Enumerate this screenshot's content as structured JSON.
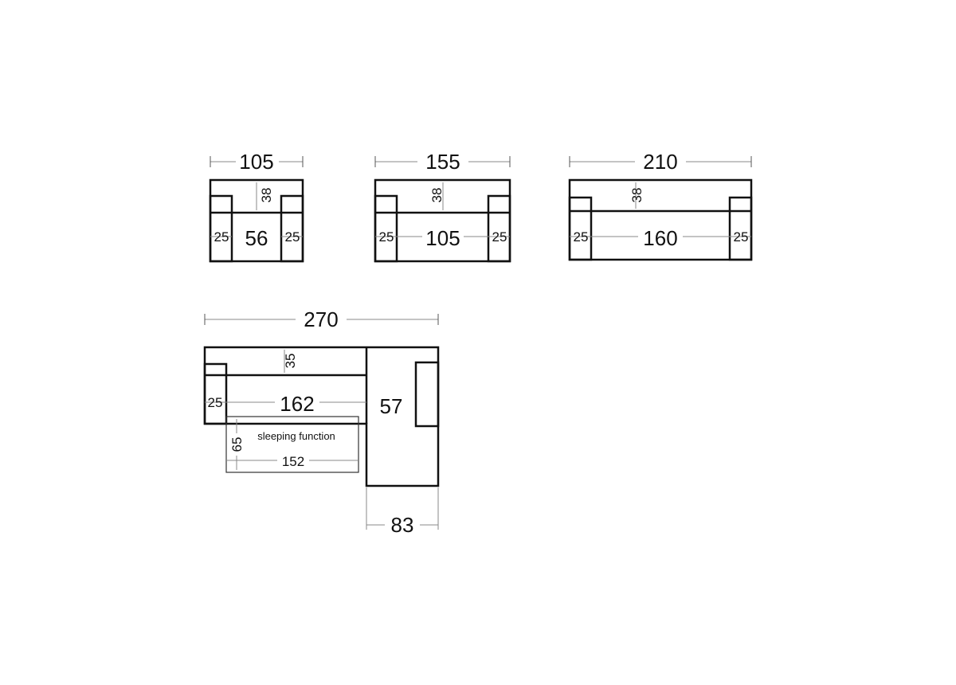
{
  "armchair": {
    "total_width": "105",
    "back_depth": "38",
    "seat_width": "56",
    "arm_left": "25",
    "arm_right": "25"
  },
  "sofa2": {
    "total_width": "155",
    "back_depth": "38",
    "seat_width": "105",
    "arm_left": "25",
    "arm_right": "25"
  },
  "sofa3": {
    "total_width": "210",
    "back_depth": "38",
    "seat_width": "160",
    "arm_left": "25",
    "arm_right": "25"
  },
  "corner": {
    "total_width": "270",
    "back_depth": "35",
    "seat_width": "162",
    "arm_left": "25",
    "chaise_seat": "57",
    "chaise_width": "83",
    "sleeping": {
      "label": "sleeping function",
      "depth": "65",
      "width": "152"
    }
  }
}
